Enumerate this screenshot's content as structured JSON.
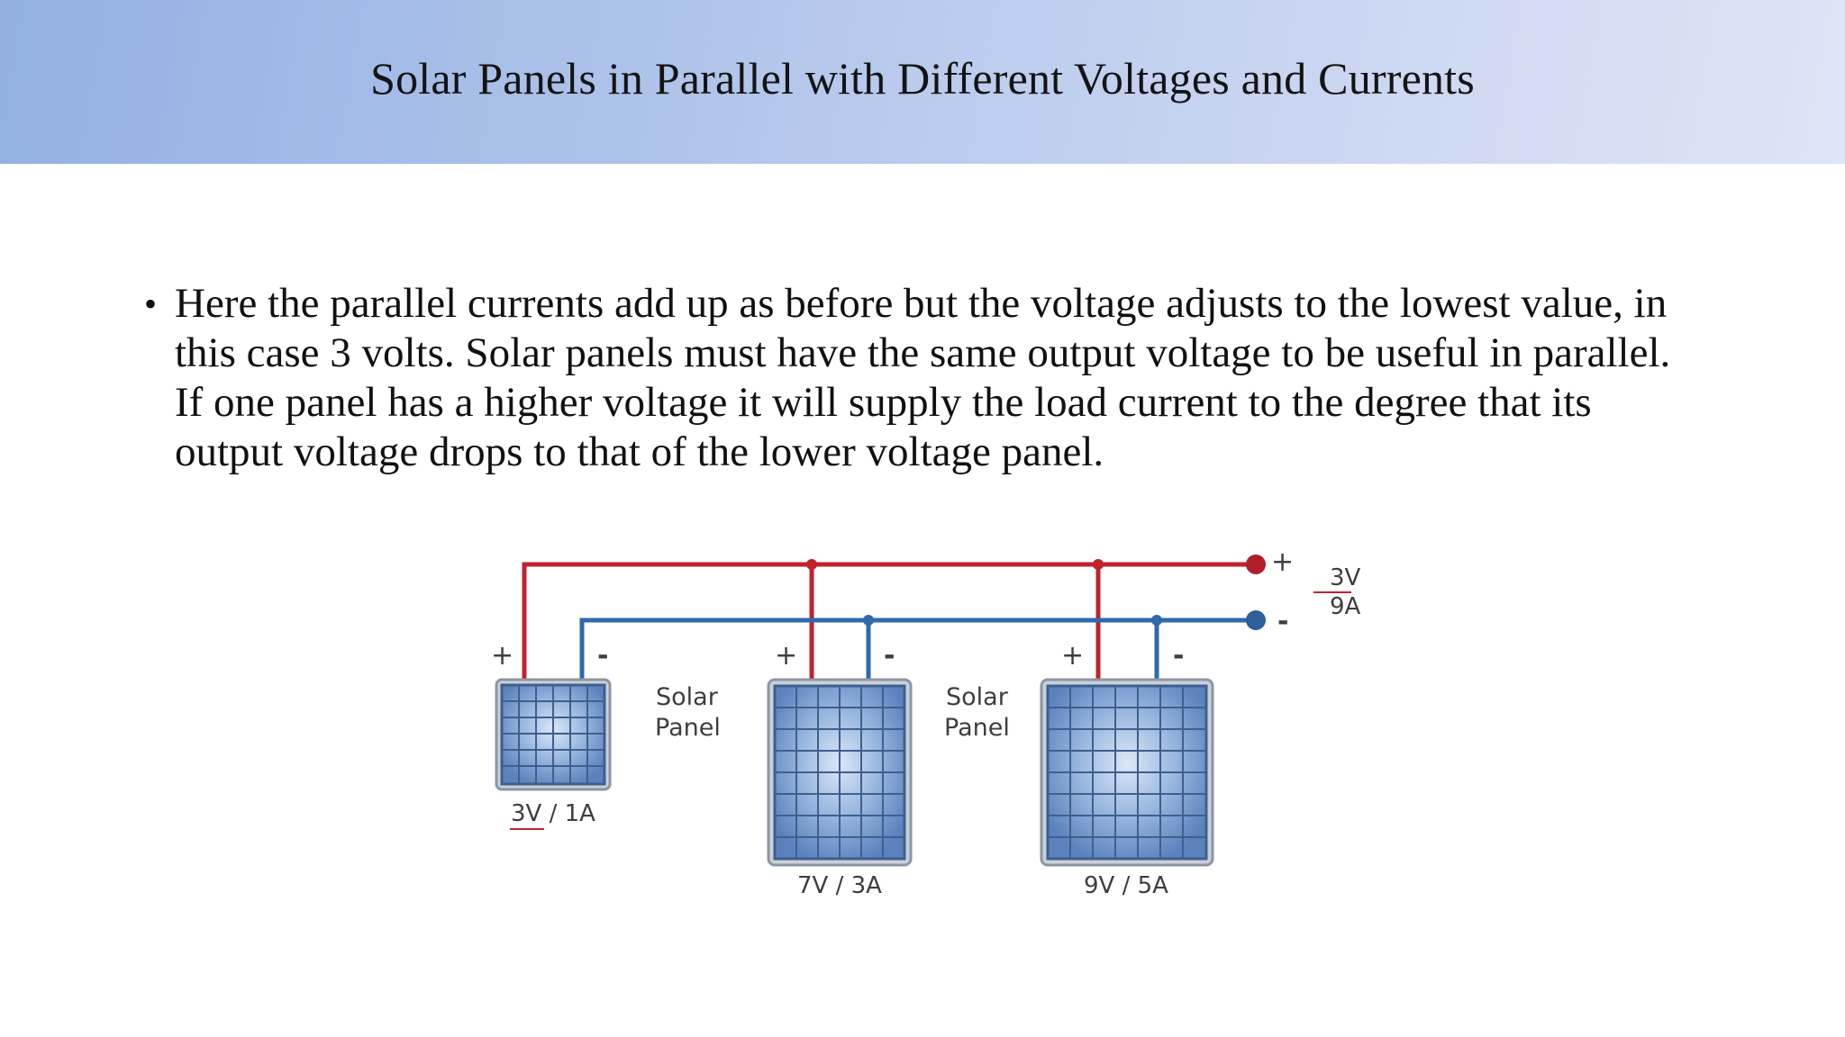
{
  "slide": {
    "title": "Solar Panels in Parallel with Different Voltages and Currents",
    "bullet": "Here the parallel currents add up as before but the voltage adjusts to the lowest value, in this case 3 volts. Solar panels must have the same output voltage to be useful in parallel. If one panel has a higher voltage it will supply the load current to the degree that its output voltage drops to that of the lower voltage panel."
  },
  "diagram": {
    "colors": {
      "positive_wire": "#c0222e",
      "negative_wire": "#2f6aab",
      "panel_fill": "#6f93c6"
    },
    "output": {
      "plus": "+",
      "minus": "-",
      "voltage": "3V",
      "current": "9A"
    },
    "panels": [
      {
        "rating": "3V / 1A",
        "plus": "+",
        "minus": "-"
      },
      {
        "rating": "7V / 3A",
        "plus": "+",
        "minus": "-"
      },
      {
        "rating": "9V / 5A",
        "plus": "+",
        "minus": "-"
      }
    ],
    "panel_labels": [
      {
        "line1": "Solar",
        "line2": "Panel"
      },
      {
        "line1": "Solar",
        "line2": "Panel"
      }
    ]
  }
}
